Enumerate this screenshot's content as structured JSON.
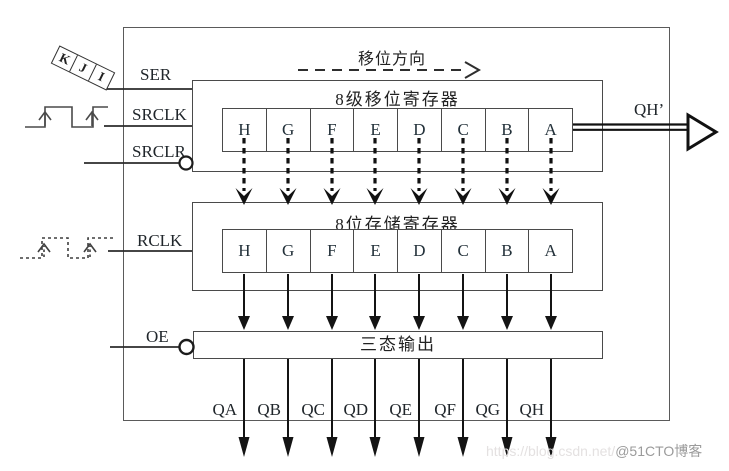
{
  "diagram": {
    "serial_input_box": {
      "bits": [
        "K",
        "J",
        "I"
      ]
    },
    "inputs": {
      "ser": "SER",
      "srclk": "SRCLK",
      "srclr": "SRCLR",
      "rclk": "RCLK",
      "oe": "OE"
    },
    "shift_direction_label": "移位方向",
    "shift_register": {
      "title": "8级移位寄存器",
      "cells": [
        "H",
        "G",
        "F",
        "E",
        "D",
        "C",
        "B",
        "A"
      ]
    },
    "storage_register": {
      "title": "8位存储寄存器",
      "cells": [
        "H",
        "G",
        "F",
        "E",
        "D",
        "C",
        "B",
        "A"
      ]
    },
    "tristate_output": {
      "title": "三态输出"
    },
    "serial_out_label": "QH’",
    "outputs": [
      "QA",
      "QB",
      "QC",
      "QD",
      "QE",
      "QF",
      "QG",
      "QH"
    ],
    "colors": {
      "line": "#3a3a3a",
      "arrow": "#111111",
      "text": "#1e1e1e"
    }
  },
  "watermark": {
    "url": "https://blog.csdn.net/",
    "handle": "@51CTO博客"
  }
}
